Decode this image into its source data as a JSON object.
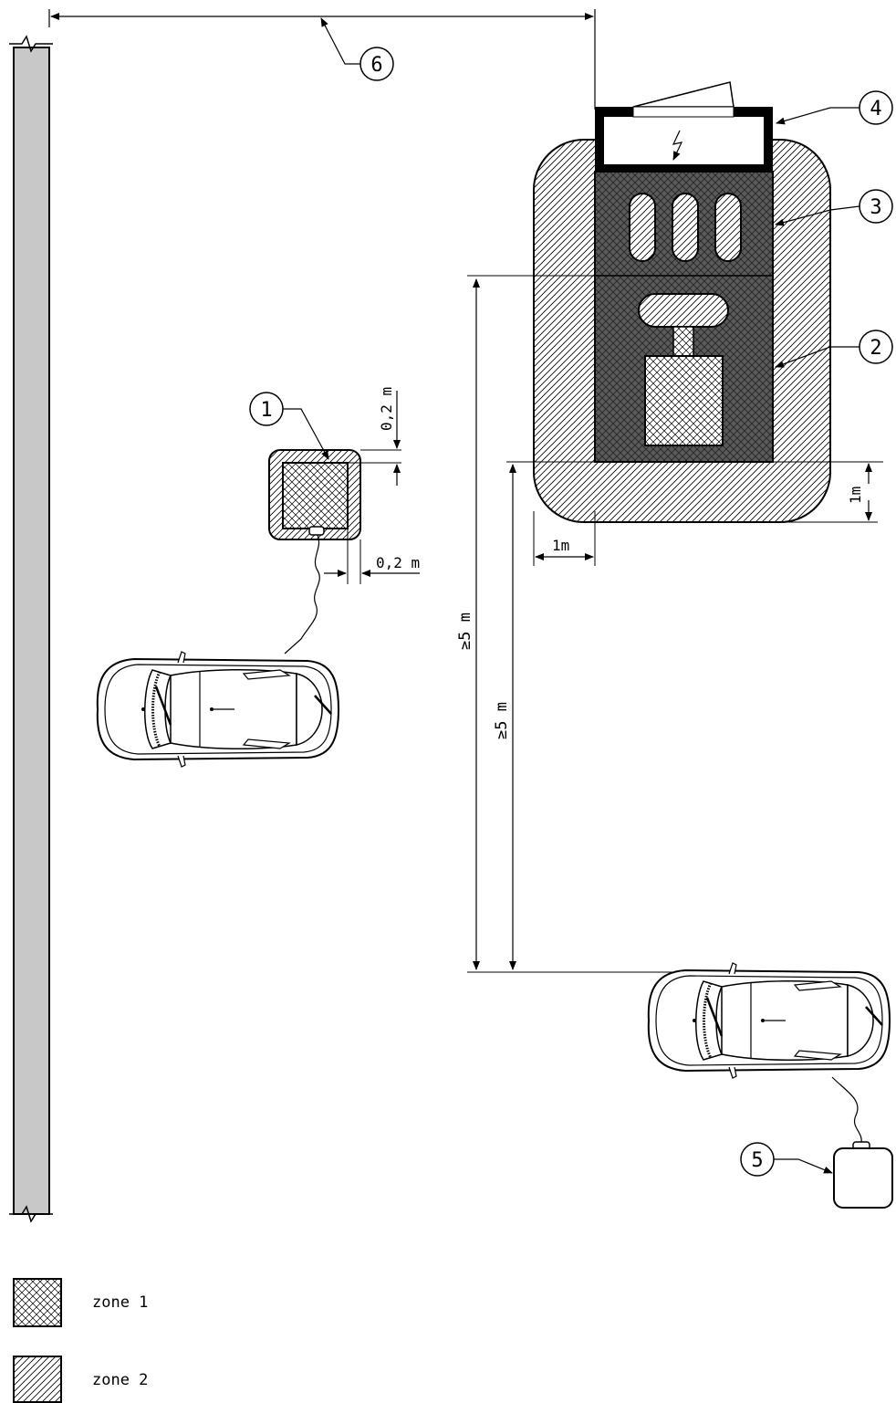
{
  "callouts": [
    "1",
    "2",
    "3",
    "4",
    "5",
    "6"
  ],
  "dimensions": {
    "pad_top_gap": "0,2 m",
    "pad_side_gap": "0,2 m",
    "zone_extension_bottom": "1m",
    "zone_extension_side": "1m",
    "distance_outer": "≥5 m",
    "distance_inner": "≥5 m"
  },
  "legend": [
    {
      "label": "zone 1",
      "pattern": "cross-hatch"
    },
    {
      "label": "zone 2",
      "pattern": "diagonal-hatch"
    }
  ],
  "colors": {
    "line": "#000000",
    "wall_fill": "#c8c8c8",
    "zone1_dark": "#5a5a5a"
  }
}
